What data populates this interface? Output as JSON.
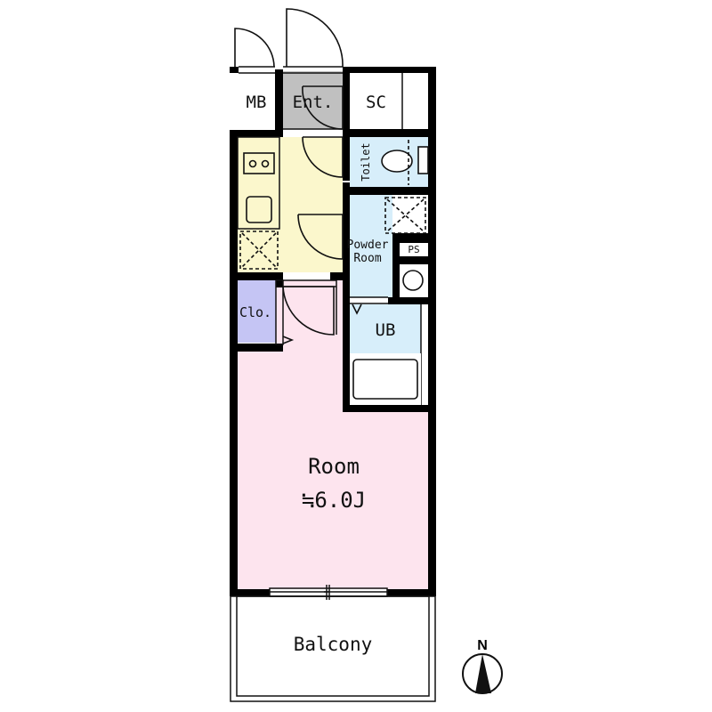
{
  "plan": {
    "type": "apartment floor plan (1K)",
    "rooms": [
      {
        "id": "mb",
        "label": "MB",
        "color": "#ffffff"
      },
      {
        "id": "entrance",
        "label": "Ent.",
        "color": "#c0c0c0"
      },
      {
        "id": "sc",
        "label": "SC",
        "color": "#ffffff"
      },
      {
        "id": "kitchen",
        "label": "",
        "color": "#fbf7cc"
      },
      {
        "id": "toilet",
        "label": "Toilet",
        "color": "#d7eefa"
      },
      {
        "id": "powder-room",
        "label": "Powder\nRoom",
        "line1": "Powder",
        "line2": "Room",
        "color": "#d7eefa"
      },
      {
        "id": "ps",
        "label": "PS",
        "color": "#ffffff"
      },
      {
        "id": "closet",
        "label": "Clo.",
        "color": "#c5c5f4"
      },
      {
        "id": "unit-bath",
        "label": "UB",
        "color": "#d7eefa"
      },
      {
        "id": "main-room",
        "label": "Room",
        "size": "≒6.0J",
        "color": "#fde4ee"
      },
      {
        "id": "balcony",
        "label": "Balcony",
        "color": "#ffffff"
      }
    ],
    "compass": {
      "label": "N"
    },
    "colors": {
      "wall": "#000000",
      "line": "#111111"
    }
  }
}
